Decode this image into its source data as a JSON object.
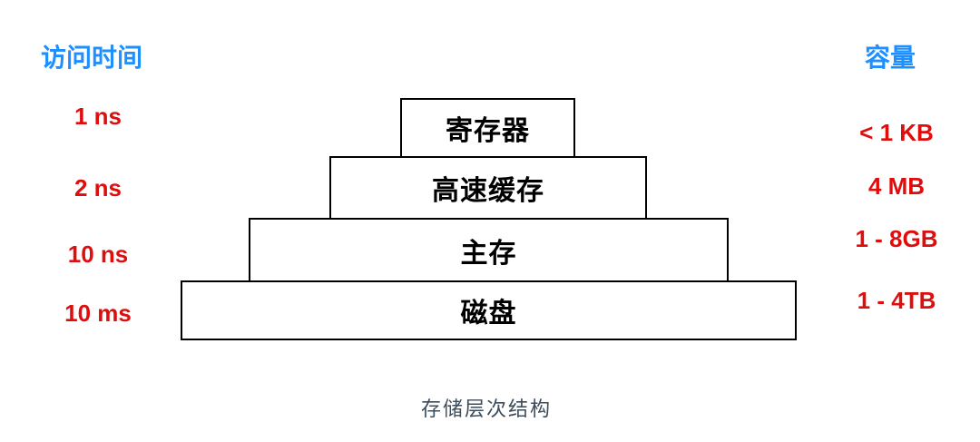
{
  "header": {
    "access_time_label": "访问时间",
    "capacity_label": "容量"
  },
  "pyramid": {
    "levels": [
      {
        "name": "寄存器",
        "access_time": "1 ns",
        "capacity": "< 1 KB"
      },
      {
        "name": "高速缓存",
        "access_time": "2 ns",
        "capacity": "4 MB"
      },
      {
        "name": "主存",
        "access_time": "10 ns",
        "capacity": "1 - 8GB"
      },
      {
        "name": "磁盘",
        "access_time": "10 ms",
        "capacity": "1 - 4TB"
      }
    ]
  },
  "caption": "存储层次结构",
  "colors": {
    "header_blue": "#1E8FFF",
    "value_red": "#E00D0D",
    "caption_gray": "#3D4D5C",
    "box_border": "#000000",
    "box_fill": "#FFFFFF"
  }
}
